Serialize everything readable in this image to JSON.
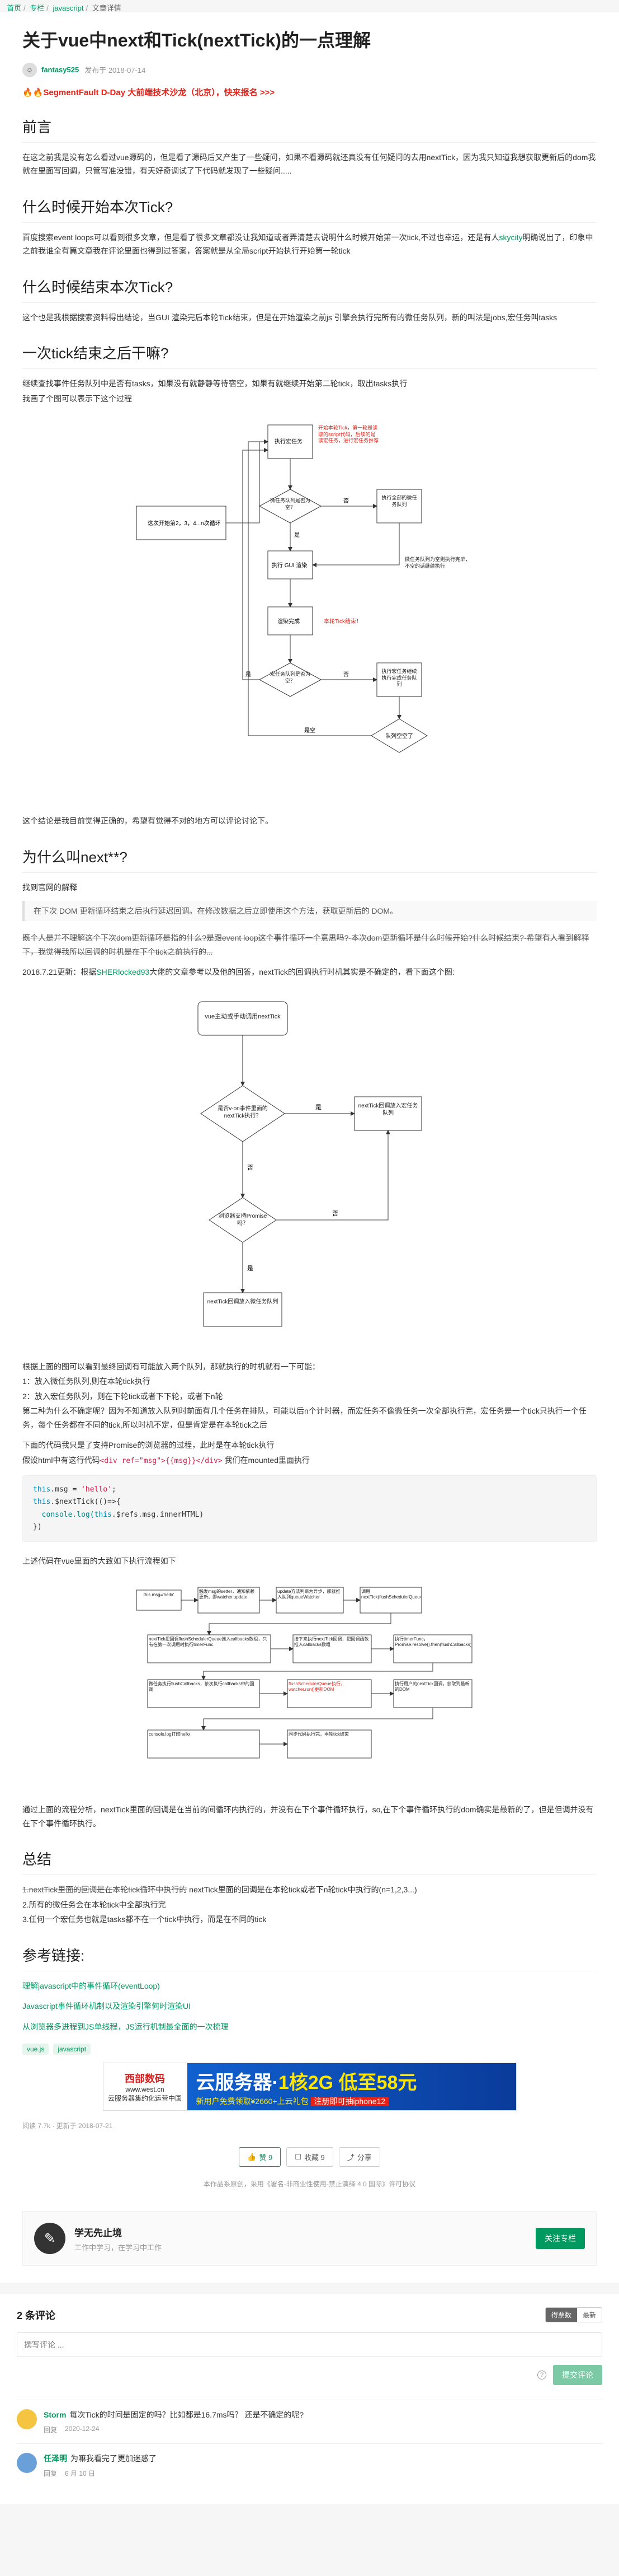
{
  "breadcrumb": {
    "home": "首页",
    "column": "专栏",
    "category": "javascript",
    "current": "文章详情"
  },
  "article": {
    "title": "关于vue中next和Tick(nextTick)的一点理解",
    "author": "fantasy525",
    "published": "发布于 2018-07-14",
    "promo": "🔥🔥SegmentFault D-Day 大前端技术沙龙（北京），快来报名 >>>",
    "s1_title": "前言",
    "s1_p1": "在这之前我是没有怎么看过vue源码的，但是看了源码后又产生了一些疑问，如果不看源码就还真没有任何疑问的去用nextTick，因为我只知道我想获取更新后的dom我就在里面写回调，只管写准没错，有天好奇调试了下代码就发现了一些疑问.....",
    "s2_title": "什么时候开始本次Tick?",
    "s2_p1a": "百度搜索event loops可以看到很多文章，但是看了很多文章都没让我知道或者弄清楚去说明什么时候开始第一次tick,不过也幸运，还是有人",
    "s2_link": "skycity",
    "s2_p1b": "明确说出了，印象中之前我谁全有篇文章我在评论里面也得到过答案，答案就是从全局script开始执行开始第一轮tick",
    "s3_title": "什么时候结束本次Tick?",
    "s3_p1": "这个也是我根据搜索资料得出结论，当GUI 渲染完后本轮Tick结束，但是在开始渲染之前js 引擎会执行完所有的微任务队列，新的叫法是jobs,宏任务叫tasks",
    "s4_title": "一次tick结束之后干嘛?",
    "s4_p1": "继续查找事件任务队列中是否有tasks，如果没有就静静等待宿空，如果有就继续开始第二轮tick，取出tasks执行",
    "s4_p2": "我画了个图可以表示下这个过程",
    "s4_p3": "这个结论是我目前觉得正确的，希望有觉得不对的地方可以评论讨论下。",
    "s5_title": "为什么叫next**?",
    "s5_p1": "找到官网的解释",
    "s5_quote": "在下次 DOM 更新循环结束之后执行延迟回调。在修改数据之后立即使用这个方法，获取更新后的 DOM。",
    "s5_strike": "既个人是并不理解这个下次dom更新循环是指的什么?是跟event loop这个事件循环一个意思吗?·本次dom更新循环是什么时候开始?什么时候结束?·希望有人看到解释下，我觉得我所以回调的时机是在下个tick之前执行的...",
    "s5_update_a": "2018.7.21更新：根据",
    "s5_update_link": "SHERlocked93",
    "s5_update_b": "大佬的文章参考以及他的回答，nextTick的回调执行时机其实是不确定的，看下面这个图:",
    "s5_p2": "根据上面的图可以看到最终回调有可能放入两个队列，那就执行的时机就有一下可能：",
    "s5_p3": "1：放入微任务队列,则在本轮tick执行",
    "s5_p4": "2：放入宏任务队列，则在下轮tick或者下下轮，或者下n轮",
    "s5_p5": "第二种为什么不确定呢？因为不知道放入队列时前面有几个任务在排队，可能以后n个计时器，而宏任务不像微任务一次全部执行完，宏任务是一个tick只执行一个任务，每个任务都在不同的tick,所以时机不定，但是肯定是在本轮tick之后",
    "s5_p6": "下面的代码我只是了支持Promise的浏览器的过程，此时是在本轮tick执行",
    "s5_p7a": "假设html中有这行代码",
    "s5_p7code": "<div ref=\"msg\">{{msg}}</div>",
    "s5_p7b": " 我们在mounted里面执行",
    "code_l1a": "this",
    "code_l1b": ".msg = ",
    "code_l1c": "'hello'",
    "code_l1d": ";",
    "code_l2a": "this",
    "code_l2b": ".$nextTick(()=>{",
    "code_l3a": "  console.log(",
    "code_l3b": "this",
    "code_l3c": ".$refs.msg.innerHTML)",
    "code_l4": "})",
    "s5_p8": "上述代码在vue里面的大致如下执行流程如下",
    "s5_p9": "通过上面的流程分析，nextTick里面的回调是在当前的间循环内执行的，并没有在下个事件循环执行，so,在下个事件循环执行的dom确实是最新的了，但是但调并没有在下个事件循环执行。",
    "s6_title": "总结",
    "s6_p1_strike": "1.nextTick里面的回调是在本轮tick循环中执行的",
    "s6_p1_rest": " nextTick里面的回调是在本轮tick或者下n轮tick中执行的(n=1,2,3...)",
    "s6_p2": "2.所有的微任务会在本轮tick中全部执行完",
    "s6_p3": "3.任何一个宏任务也就是tasks都不在一个tick中执行，而是在不同的tick",
    "s7_title": "参考链接:",
    "ref1": "理解javascript中的事件循环(eventLoop)",
    "ref2": "Javascript事件循环机制以及渲染引擎何时渲染UI",
    "ref3": "从浏览器多进程到JS单线程，JS运行机制最全面的一次梳理",
    "tag1": "vue.js",
    "tag2": "javascript",
    "stats": "阅读 7.7k · 更新于 2018-07-21",
    "like": "赞 9",
    "collect": "收藏 9",
    "share": "分享",
    "license": "本作品系原创，采用《署名-非商业性使用-禁止演绎 4.0 国际》许可协议"
  },
  "ad": {
    "logo": "西部数码",
    "site": "www.west.cn",
    "slogan": "云服务器集约化运营中国",
    "main_a": "云服务器·",
    "main_b": "1核2G 低至58元",
    "sub_a": "新用户免费领取¥2660+上云礼包",
    "sub_b": "注册即可抽iphone12"
  },
  "author_card": {
    "name": "学无先止境",
    "desc": "工作中学习，在学习中工作",
    "follow": "关注专栏"
  },
  "comments": {
    "title": "2 条评论",
    "sort_hot": "得票数",
    "sort_new": "最新",
    "placeholder": "撰写评论 ...",
    "submit": "提交评论",
    "items": [
      {
        "user": "Storm",
        "text": "每次Tick的时间是固定的吗？比如都是16.7ms吗？ 还是不确定的呢?",
        "reply": "回复",
        "date": "2020-12-24"
      },
      {
        "user": "任泽明",
        "text": "为嘛我看完了更加迷惑了",
        "reply": "回复",
        "date": "6 月 10 日"
      }
    ]
  },
  "diagram1": {
    "left": "这次开始第2，3，4...n次循环",
    "exec": "执行宏任务",
    "note1": "开始本轮Tick，第一轮是读取的script代码，后续的是读宏任务，进行宏任务推荐",
    "q1": "微任务队列是否为空？",
    "yes": "是",
    "no": "否",
    "exec_micro": "执行全部的微任务队列",
    "note2": "微任务队列为空则执行完毕，不空的话继续执行",
    "gui": "执行 GUI 渲染",
    "done": "渲染完成",
    "note3": "本轮Tick结束！",
    "q2": "宏任务队列是否为空？",
    "q3": "队列空空了",
    "wait": "执行宏任务继续执行完成任务队列",
    "empty": "是空"
  },
  "diagram2": {
    "start": "vue主动或手动调用nextTick",
    "q1": "是否v-on事件里面的nextTick执行？",
    "yes": "是",
    "no": "否",
    "macro": "nextTick回调放入宏任务队列",
    "q2": "浏览器支持Promise吗？",
    "micro": "nextTick回调放入微任务队列"
  },
  "diagram3": {
    "b1": "this.msg='hello'",
    "b2": "触发msg的setter，通知依赖更新，即watcher.update",
    "b3": "update方法判断为异步，那就推入队列queueWatcher",
    "b4": "调用nextTick(flushSchedulerQueue)",
    "b5": "nextTick把回调flushSchedulerQueue推入callbacks数组，只有在第一次调用时执行timerFunc",
    "b6": "接下来执行nextTick回调，把回调函数推入callbacks数组",
    "b7": "执行timerFunc，Promise.resolve().then(flushCallbacks)",
    "b8": "微任务执行flushCallbacks，依次执行callbacks中的回调",
    "b9": "flushSchedulerQueue执行，watcher.run()更新DOM",
    "b10": "执行用户的nextTick回调，获取到最新的DOM",
    "b11": "console.log打印hello",
    "b12": "同步代码执行完，本轮tick结束"
  }
}
